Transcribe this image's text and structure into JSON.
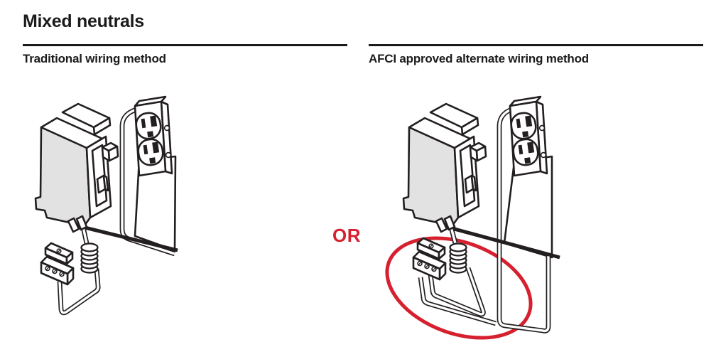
{
  "page": {
    "title": "Mixed neutrals"
  },
  "panels": {
    "left": {
      "heading": "Traditional wiring method"
    },
    "right": {
      "heading": "AFCI approved alternate wiring method",
      "or_label": "OR"
    }
  },
  "colors": {
    "accent_red": "#d6202f",
    "line_black": "#231f20",
    "breaker_gray": "#e2e2e2",
    "text_black": "#1b1b1b",
    "background": "#ffffff"
  },
  "illustration_parts": {
    "circuit_breaker": "circuit-breaker",
    "duplex_outlet": "duplex-outlet",
    "pigtail_coil": "coiled-neutral-pigtail",
    "terminal_block": "neutral-terminal-block",
    "hot_wire": "black-hot-wire",
    "neutral_wire": "white-neutral-wire",
    "highlight_ellipse": "red-highlight-ellipse"
  }
}
